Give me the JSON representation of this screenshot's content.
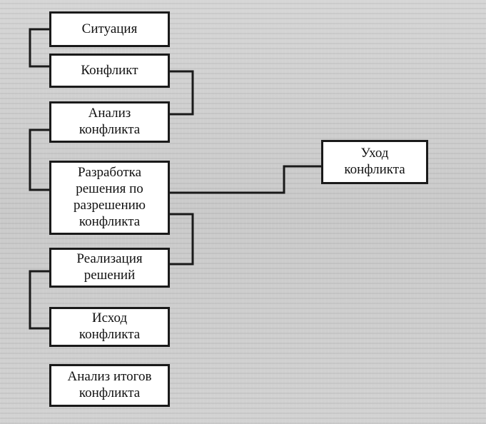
{
  "diagram": {
    "steps": [
      {
        "id": "situation",
        "label": "Ситуация"
      },
      {
        "id": "conflict",
        "label": "Конфликт"
      },
      {
        "id": "analysis",
        "label": "Анализ\nконфликта"
      },
      {
        "id": "solution",
        "label": "Разработка\nрешения по\nразрешению\nконфликта"
      },
      {
        "id": "implementation",
        "label": "Реализация\nрешений"
      },
      {
        "id": "outcome",
        "label": "Исход\nконфликта"
      },
      {
        "id": "results-analysis",
        "label": "Анализ итогов\nконфликта"
      }
    ],
    "branch": {
      "id": "withdrawal",
      "label": "Уход\nконфликта"
    }
  }
}
